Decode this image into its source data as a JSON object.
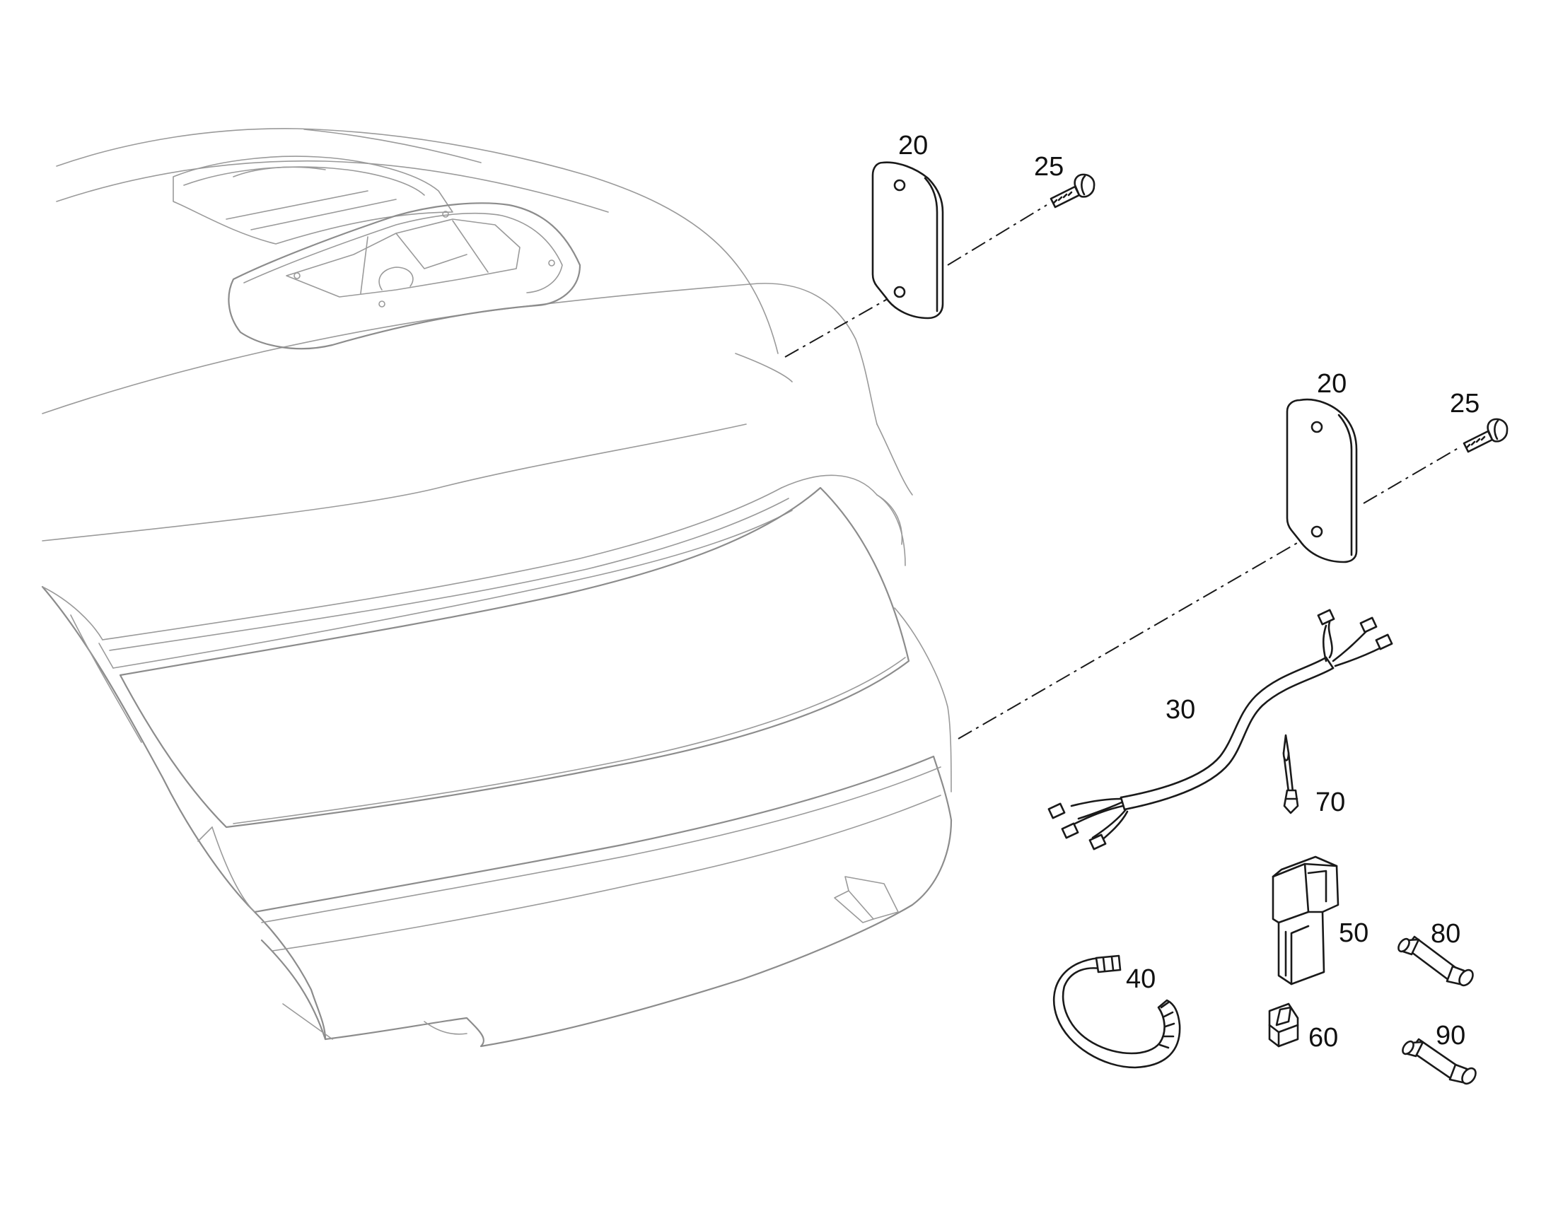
{
  "callouts": [
    {
      "id": "panel-top",
      "text": "20"
    },
    {
      "id": "screw-top",
      "text": "25"
    },
    {
      "id": "panel-right",
      "text": "20"
    },
    {
      "id": "screw-right",
      "text": "25"
    },
    {
      "id": "harness",
      "text": "30"
    },
    {
      "id": "terminal",
      "text": "70"
    },
    {
      "id": "connector",
      "text": "50"
    },
    {
      "id": "fuse-80",
      "text": "80"
    },
    {
      "id": "cable-tie",
      "text": "40"
    },
    {
      "id": "wedge-lock",
      "text": "60"
    },
    {
      "id": "fuse-90",
      "text": "90"
    }
  ]
}
